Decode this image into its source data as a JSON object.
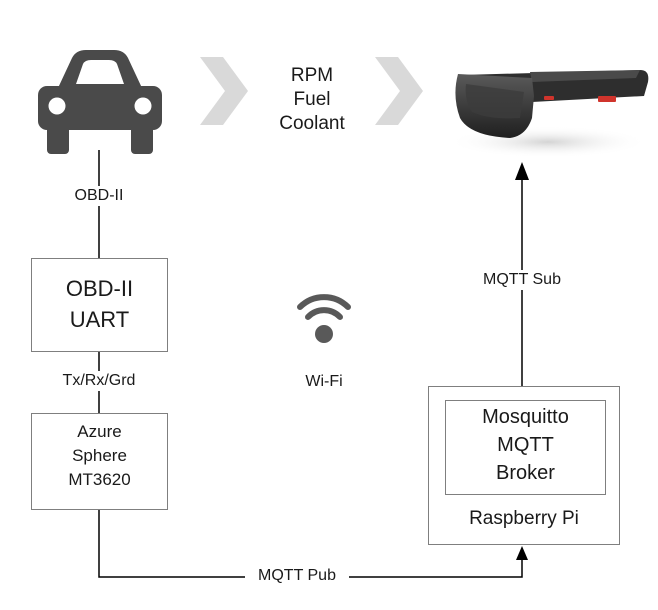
{
  "connections": {
    "obd": "OBD-II",
    "serial": "Tx/Rx/Grd",
    "mqtt_pub": "MQTT Pub",
    "mqtt_sub": "MQTT Sub"
  },
  "data_stream": "RPM\nFuel\nCoolant",
  "wifi_label": "Wi-Fi",
  "boxes": {
    "obd_uart": "OBD-II\nUART",
    "azure_sphere": "Azure\nSphere\nMT3620",
    "mosquitto": "Mosquitto\nMQTT\nBroker",
    "raspberry_pi": "Raspberry Pi"
  },
  "colors": {
    "line": "#000000",
    "box_border": "#7f7f7f",
    "car": "#4a4a4a",
    "chevron": "#d9d9d9",
    "headset_accent": "#d0342c"
  },
  "icons": {
    "car": "car-icon",
    "wifi": "wifi-icon",
    "headset": "mixed-reality-headset-icon",
    "chevron": "chevron-right-icon"
  }
}
